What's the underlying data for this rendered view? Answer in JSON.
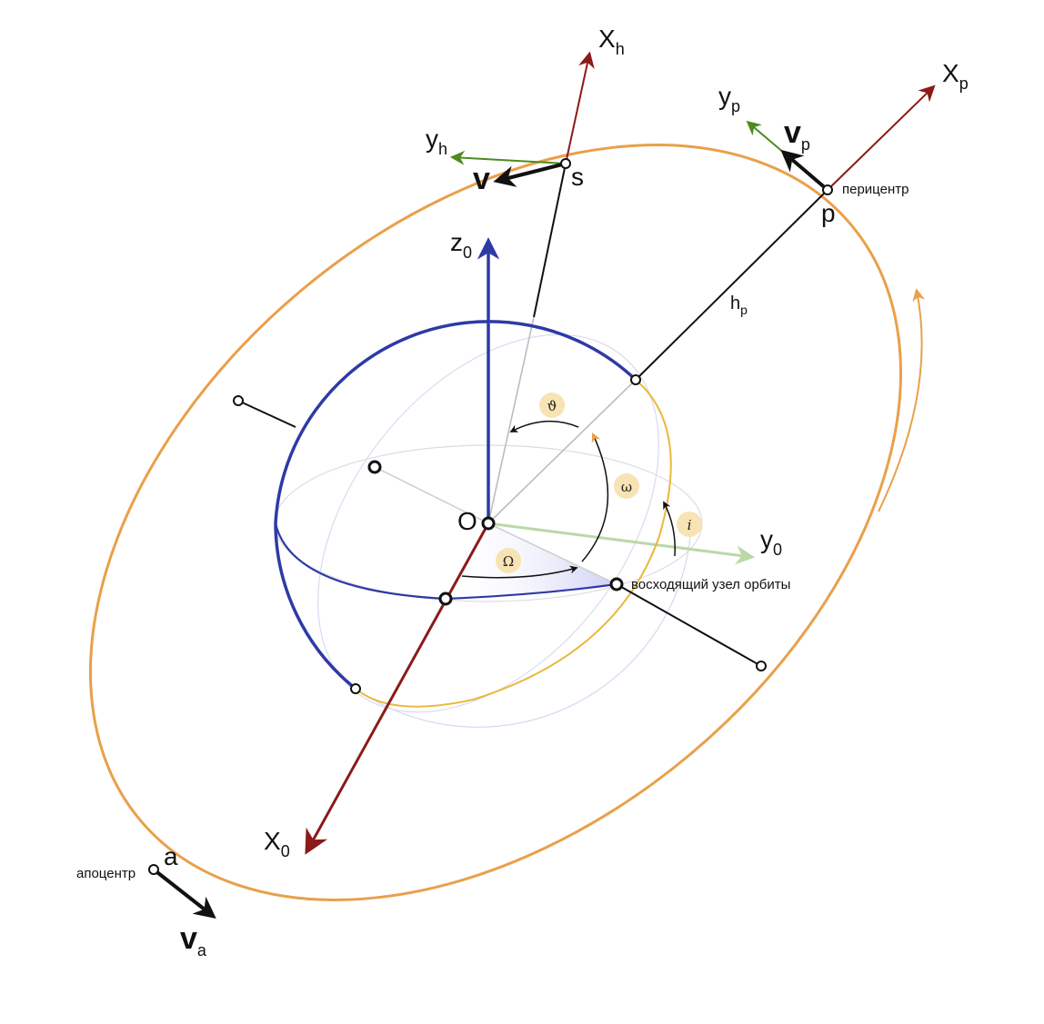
{
  "labels": {
    "xh_main": "X",
    "xh_sub": "h",
    "xp_main": "X",
    "xp_sub": "p",
    "yp_main": "y",
    "yp_sub": "p",
    "vp_main": "v",
    "vp_sub": "p",
    "yh_main": "y",
    "yh_sub": "h",
    "v": "v",
    "s": "s",
    "p": "p",
    "pericenter": "перицентр",
    "z0_main": "z",
    "z0_sub": "0",
    "hp_main": "h",
    "hp_sub": "p",
    "theta": "ϑ",
    "omega": "ω",
    "i": "i",
    "O": "O",
    "y0_main": "y",
    "y0_sub": "0",
    "Omega": "Ω",
    "ascending_node": "восходящий узел орбиты",
    "x0_main": "X",
    "x0_sub": "0",
    "a": "a",
    "apocenter": "апоцентр",
    "va_main": "v",
    "va_sub": "a"
  },
  "colors": {
    "orbit": "#E9A04A",
    "sphere": "#2E3AA6",
    "x_axis": "#8B1A1A",
    "y_axis_green": "#4E8A1F",
    "y0_axis": "#BBD8A8",
    "inclined_circle": "#E8B93A",
    "badge": "#F7E3B4",
    "guide": "#C8C8C8"
  }
}
